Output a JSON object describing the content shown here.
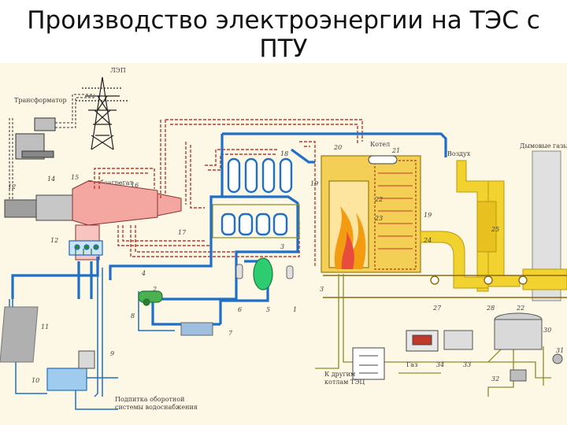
{
  "title": "Производство электроэнергии на ТЭС с ПТУ",
  "colors": {
    "background": "#fdf8e6",
    "steam_pipe": "#c0392b",
    "water_pipe": "#1f6fc6",
    "flue_gas": "#f2d22e",
    "boiler": "#f0c040",
    "flame": "#f39c12",
    "turbine": "#f4a6a0"
  },
  "labels": {
    "lep": "ЛЭП",
    "transformer": "Трансформатор",
    "turbine_unit": "Турбоагрегат",
    "boiler": "Котел",
    "air": "Воздух",
    "flue_gases": "Дымовые газы",
    "gas": "Газ",
    "to_other_boilers_line1": "К другим",
    "to_other_boilers_line2": "котлам ТЭЦ",
    "cooling_line1": "Подпитка оборотной",
    "cooling_line2": "системы водоснабжения"
  },
  "numbers": {
    "n1": "1",
    "n2": "2",
    "n3": "3",
    "n4": "4",
    "n5": "5",
    "n6": "6",
    "n7": "7",
    "n8": "8",
    "n9": "9",
    "n10": "10",
    "n11": "11",
    "n12a": "12",
    "n12b": "12",
    "n14": "14",
    "n15": "15",
    "n16": "16",
    "n17": "17",
    "n18": "18",
    "n19a": "19",
    "n19b": "19",
    "n20": "20",
    "n21": "21",
    "n22a": "22",
    "n22b": "22",
    "n23": "23",
    "n24": "24",
    "n25": "25",
    "n27": "27",
    "n28": "28",
    "n30": "30",
    "n31": "31",
    "n32": "32",
    "n33": "33",
    "n34": "34",
    "n3b": "3"
  }
}
